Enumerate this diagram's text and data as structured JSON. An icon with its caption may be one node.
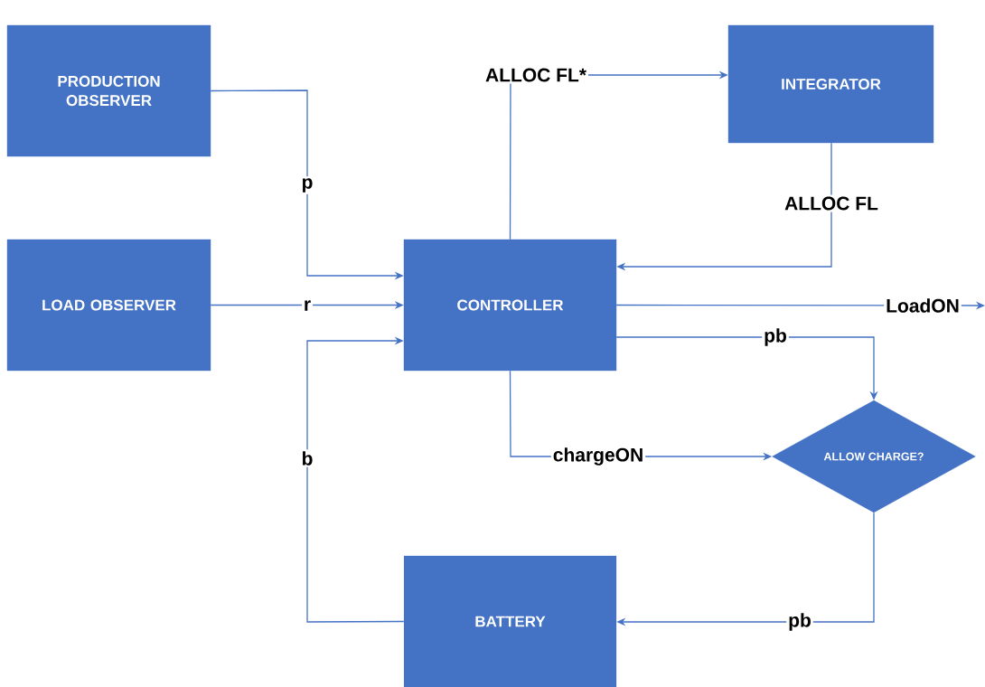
{
  "diagram": {
    "nodes": [
      {
        "text": [
          "PRODUCTION OBSERVER"
        ]
      },
      {
        "text": [
          "LOAD OBSERVER"
        ]
      },
      {
        "text": [
          "CONTROLLER"
        ]
      },
      {
        "text": [
          "INTEGRATOR"
        ]
      },
      {
        "text": [
          "BATTERY"
        ]
      },
      {
        "text": [
          "ALLOW CHARGE?"
        ]
      }
    ],
    "edges": [
      {
        "from": 0,
        "to": 2,
        "arrow": "to",
        "label": "p"
      },
      {
        "from": 1,
        "to": 2,
        "arrow": "to",
        "label": "r"
      },
      {
        "from": 4,
        "to": 2,
        "arrow": "to",
        "label": "b"
      },
      {
        "from": 2,
        "to": 3,
        "arrow": "to",
        "label": "ALLOC FL*"
      },
      {
        "from": 3,
        "to": 2,
        "arrow": "to",
        "label": "ALLOC FL"
      },
      {
        "from": 2,
        "to": null,
        "arrow": "to",
        "label": "LoadON"
      },
      {
        "from": 2,
        "to": 5,
        "arrow": "to",
        "label": "pb"
      },
      {
        "from": 2,
        "to": 5,
        "arrow": "to",
        "label": "chargeON"
      },
      {
        "from": 5,
        "to": 4,
        "arrow": "to",
        "label": "pb"
      }
    ]
  }
}
